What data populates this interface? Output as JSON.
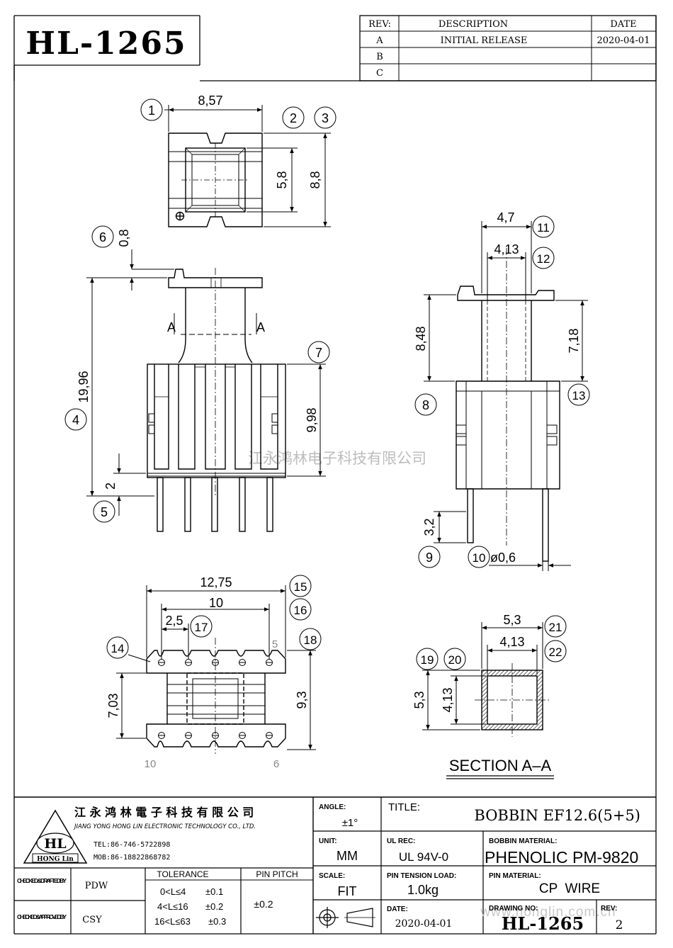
{
  "part_number": "HL-1265",
  "revision_table": {
    "headers": {
      "rev": "REV:",
      "description": "DESCRIPTION",
      "date": "DATE"
    },
    "rows": [
      {
        "rev": "A",
        "description": "INITIAL RELEASE",
        "date": "2020-04-01"
      },
      {
        "rev": "B",
        "description": "",
        "date": ""
      },
      {
        "rev": "C",
        "description": "",
        "date": ""
      }
    ]
  },
  "top_view": {
    "width": "8,57",
    "inner_height": "5,8",
    "height": "8,8",
    "callouts": [
      "1",
      "2",
      "3"
    ]
  },
  "front_view": {
    "flange_thickness": "0,8",
    "total_height": "19,96",
    "base_height": "9,98",
    "standoff": "2",
    "section_label_left": "A",
    "section_label_right": "A",
    "callouts": [
      "4",
      "5",
      "6",
      "7"
    ]
  },
  "side_view": {
    "width": "4,7",
    "inner_width": "4,13",
    "height_left": "8,48",
    "height_right": "7,18",
    "pin_length": "3,2",
    "pin_diameter": "ø0,6",
    "callouts": [
      "8",
      "9",
      "10",
      "11",
      "12",
      "13"
    ]
  },
  "bottom_view": {
    "overall_width": "12,75",
    "pin_span": "10",
    "pin_pitch": "2,5",
    "depth": "7,03",
    "overall_depth": "9,3",
    "pin_number_top_right": "5",
    "pin_number_bottom_left": "10",
    "pin_number_bottom_right": "6",
    "callouts": [
      "14",
      "15",
      "16",
      "17",
      "18"
    ]
  },
  "section_view": {
    "outer": "5,3",
    "inner": "4,13",
    "outer_v": "5,3",
    "inner_v": "4,13",
    "title": "SECTION A–A",
    "callouts": [
      "19",
      "20",
      "21",
      "22"
    ]
  },
  "watermark": "江永鸿林电子科技有限公司",
  "title_block": {
    "company_cn": "江 永 鸿 林 電 子 科 技 有 限 公 司",
    "company_en": "JIANG YONG HONG LIN ELECTRONIC TECHNOLOGY CO., LTD.",
    "logo_text": "HL",
    "logo_subtext": "HONG Lin",
    "tel": "TEL:86-746-5722898",
    "mob": "MOB:86-18822868782",
    "checked_drafted_label": "CHECKED & DRAFTED BY",
    "checked_drafted_value": "PDW",
    "checked_approved_label": "CHECKED & APPROVED BY",
    "checked_approved_value": "CSY",
    "tolerance_label": "TOLERANCE",
    "tolerance_rows": [
      {
        "range": "0<L≤4",
        "value": "±0.1"
      },
      {
        "range": "4<L≤16",
        "value": "±0.2"
      },
      {
        "range": "16<L≤63",
        "value": "±0.3"
      }
    ],
    "pin_pitch_label": "PIN PITCH",
    "pin_pitch_value": "±0.2",
    "angle_label": "ANGLE:",
    "angle_value": "±1°",
    "unit_label": "UNIT:",
    "unit_value": "MM",
    "scale_label": "SCALE:",
    "scale_value": "FIT",
    "title_label": "TITLE:",
    "title_value": "BOBBIN EF12.6(5+5)",
    "ul_label": "UL REC:",
    "ul_value": "UL 94V-0",
    "bobbin_material_label": "BOBBIN MATERIAL:",
    "bobbin_material_value": "PHENOLIC PM-9820",
    "pin_tension_label": "PIN TENSION LOAD:",
    "pin_tension_value": "1.0kg",
    "pin_material_label": "PIN MATERIAL:",
    "pin_material_value": "CP  WIRE",
    "date_label": "DATE:",
    "date_value": "2020-04-01",
    "drawing_no_label": "DRAWING NO:",
    "drawing_no_value": "HL-1265",
    "rev_label": "REV:",
    "rev_value": "2",
    "website": "www.honglin.com.cn"
  }
}
